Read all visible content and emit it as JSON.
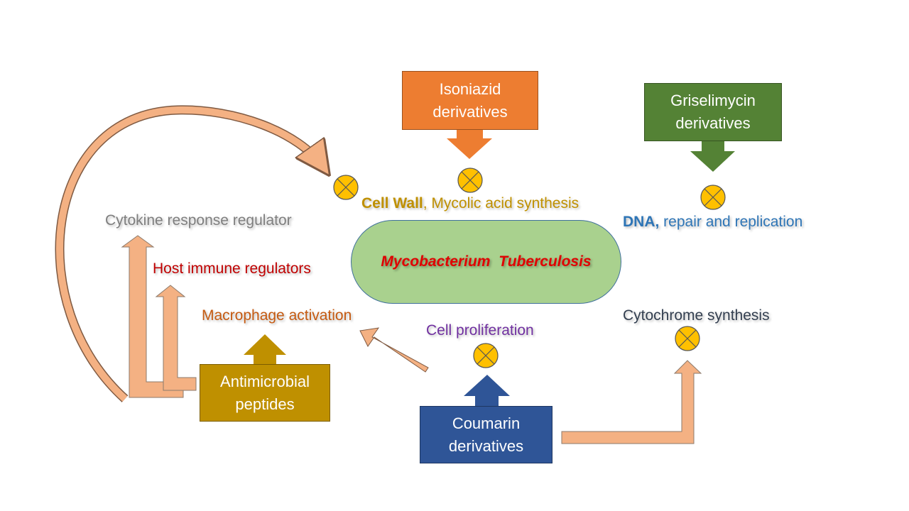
{
  "organism": "Mycobacterium  Tuberculosis",
  "drugs": {
    "isoniazid": {
      "line1": "Isoniazid",
      "line2": "derivatives",
      "color": "#ed7d31"
    },
    "griselimycin": {
      "line1": "Griselimycin",
      "line2": "derivatives",
      "color": "#548235"
    },
    "antimicrobial": {
      "line1": "Antimicrobial",
      "line2": "peptides",
      "color": "#bf9000"
    },
    "coumarin": {
      "line1": "Coumarin",
      "line2": "derivatives",
      "color": "#2f5597"
    }
  },
  "targets": {
    "cell_wall": {
      "bold": "Cell Wall",
      "rest": ", Mycolic acid synthesis",
      "color": "#bf9000"
    },
    "dna": {
      "bold": "DNA,",
      "rest": " repair and replication",
      "color": "#2e75b6"
    },
    "cytokine": {
      "text": "Cytokine response regulator",
      "color": "#7f7f7f"
    },
    "host_immune": {
      "text": "Host immune regulators",
      "color": "#c00000"
    },
    "macrophage": {
      "text": "Macrophage activation",
      "color": "#c55a11"
    },
    "cell_proliferation": {
      "text": "Cell proliferation",
      "color": "#7030a0"
    },
    "cytochrome": {
      "text": "Cytochrome synthesis",
      "color": "#333f50"
    }
  },
  "colors": {
    "arrow_fill": "#f4b183",
    "inhibitor_fill": "#ffc000",
    "organism_fill": "#a9d18e"
  }
}
